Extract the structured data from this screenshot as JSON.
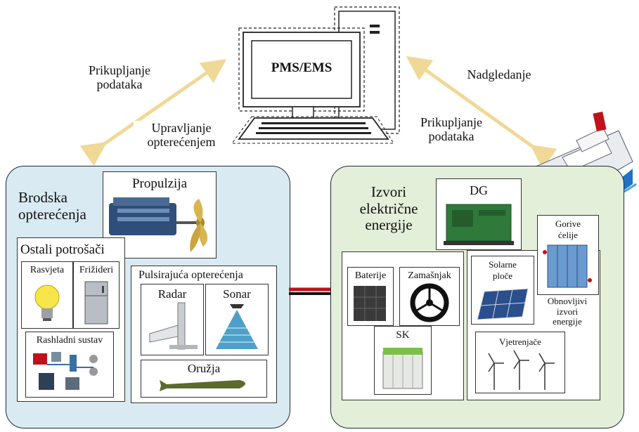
{
  "computer": {
    "label": "PMS/EMS"
  },
  "arrows": {
    "left_top": "Prikupljanje\npodataka",
    "left_bottom": "Upravljanje\nopterećenjem",
    "right_top": "Nadgledanje",
    "right_bottom": "Prikupljanje\npodataka"
  },
  "loads": {
    "title": "Brodska\nopterećenja",
    "propulsion": "Propulzija",
    "other": {
      "title": "Ostali potrošači",
      "lighting": "Rasvjeta",
      "fridges": "Frižideri",
      "cooling": "Rashladni sustav"
    },
    "pulsed": {
      "title": "Pulsirajuća opterećenja",
      "radar": "Radar",
      "sonar": "Sonar",
      "weapons": "Oružja"
    }
  },
  "sources": {
    "title": "Izvori\nelektrične\nenergije",
    "dg": "DG",
    "storage": {
      "batteries": "Baterije",
      "flywheel": "Zamašnjak",
      "sc": "SK"
    },
    "renewable": {
      "solar": "Solarne\nploče",
      "fuel_cells": "Gorive\nćelije",
      "caption": "Obnovljivi\nizvori\nenergije",
      "wind": "Vjetrenjače"
    }
  },
  "colors": {
    "loads_panel": "#daeaf3",
    "sources_panel": "#e4efd9",
    "arrow": "#f0d896",
    "bus_red": "#c0121b",
    "bus_black": "#111111"
  }
}
